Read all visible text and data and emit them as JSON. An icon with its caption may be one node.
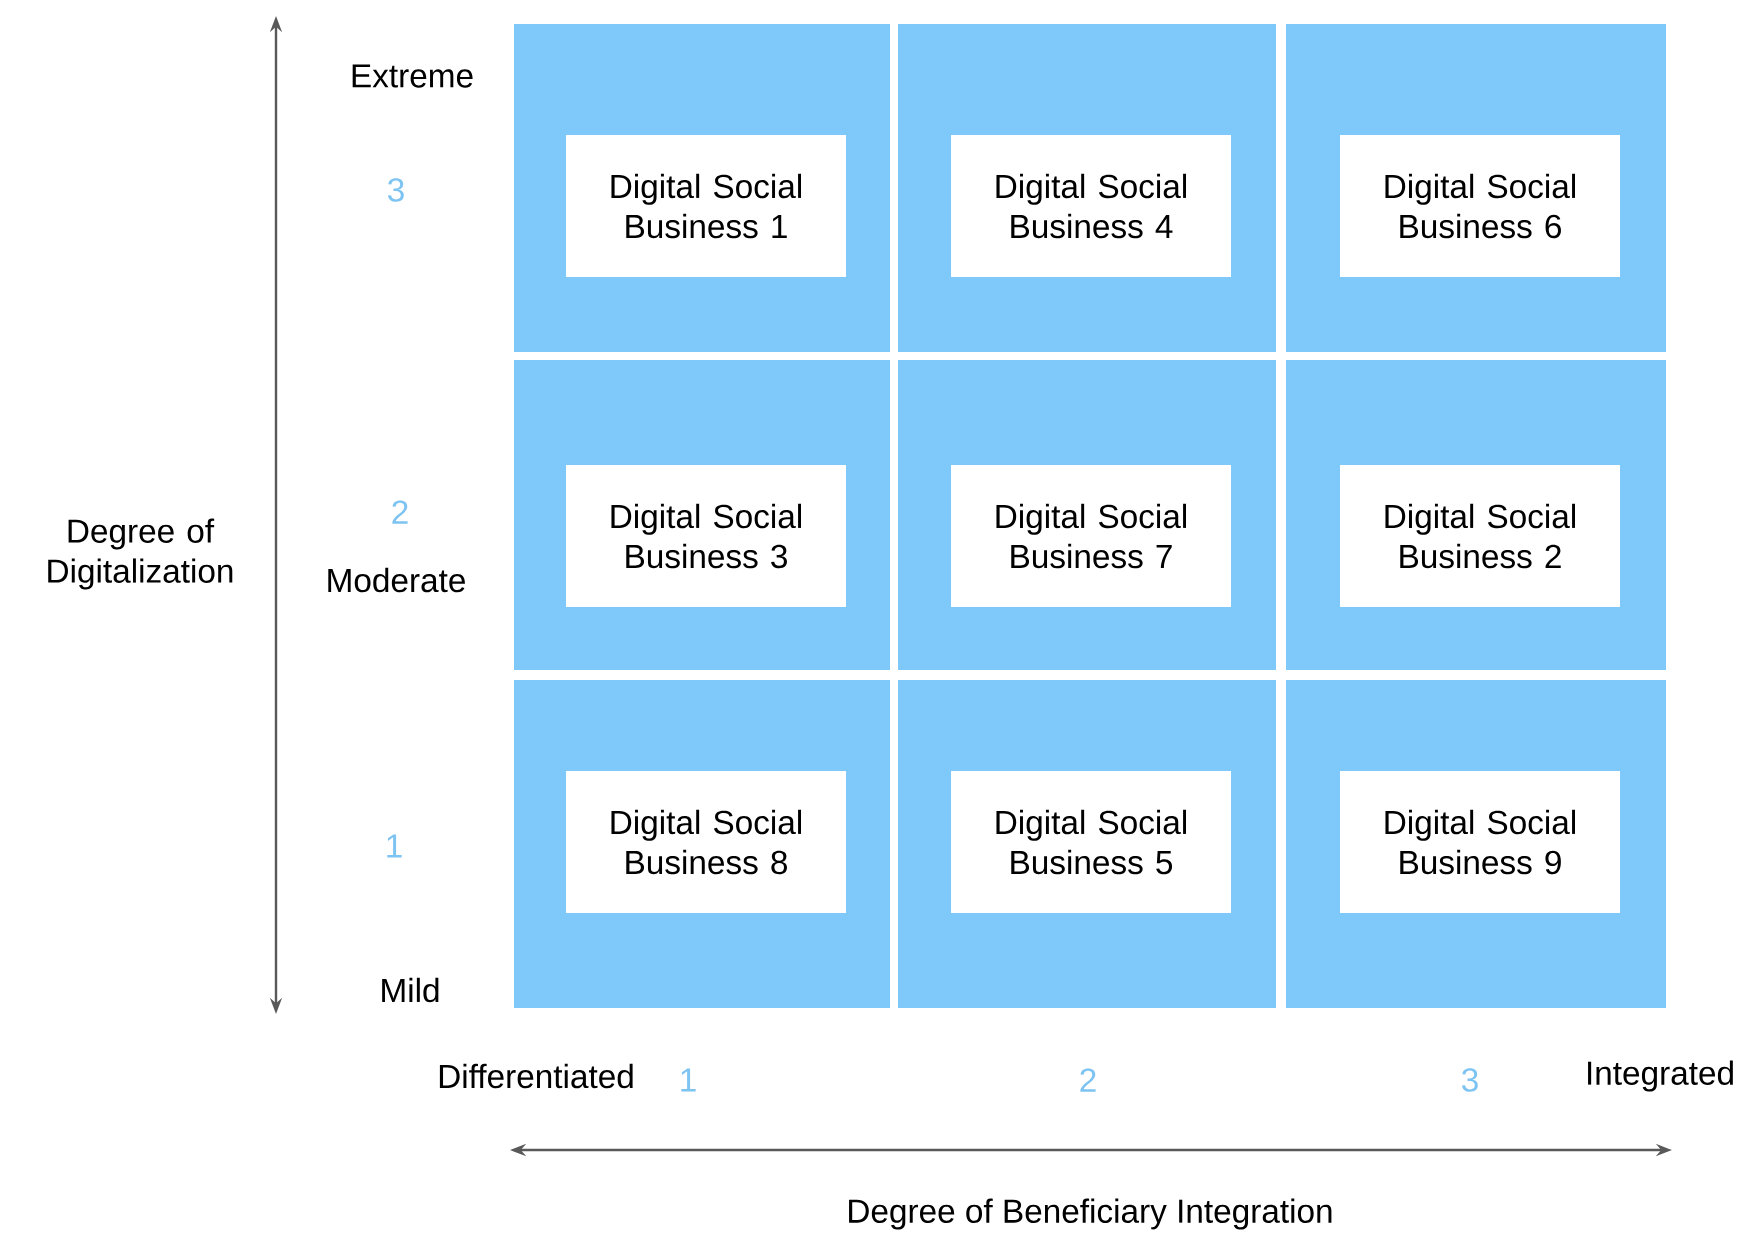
{
  "diagram": {
    "nodes": [
      {
        "text": [],
        "shape": "box"
      },
      {
        "text": [
          "Digital Social Business 1"
        ],
        "in": 0
      },
      {
        "text": [],
        "shape": "box"
      },
      {
        "text": [
          "Digital Social Business 4"
        ],
        "in": 2
      },
      {
        "text": [],
        "shape": "box"
      },
      {
        "text": [
          "Digital Social Business 6"
        ],
        "in": 4
      },
      {
        "text": [],
        "shape": "box"
      },
      {
        "text": [
          "Digital Social Business 3"
        ],
        "in": 6
      },
      {
        "text": [],
        "shape": "box"
      },
      {
        "text": [
          "Digital Social Business 7"
        ],
        "in": 8
      },
      {
        "text": [],
        "shape": "box"
      },
      {
        "text": [
          "Digital Social Business 2"
        ],
        "in": 10
      },
      {
        "text": [],
        "shape": "box"
      },
      {
        "text": [
          "Digital Social Business 8"
        ],
        "in": 12
      },
      {
        "text": [],
        "shape": "box"
      },
      {
        "text": [
          "Digital Social Business 5"
        ],
        "in": 14
      },
      {
        "text": [],
        "shape": "box"
      },
      {
        "text": [
          "Digital Social Business 9"
        ],
        "in": 16
      }
    ],
    "labels": [
      "Extreme",
      "3",
      "Degree of Digitalization",
      "2",
      "Moderate",
      "1",
      "Mild",
      "Differentiated",
      "1",
      "2",
      "3",
      "Integrated",
      "Degree of Beneficiary Integration"
    ]
  }
}
